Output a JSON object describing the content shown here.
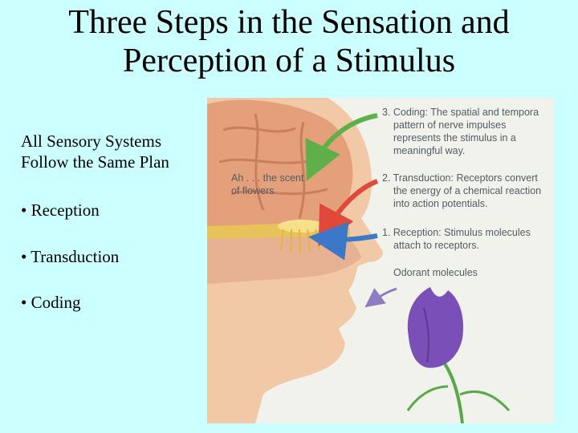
{
  "slide": {
    "title_line1": "Three Steps in the Sensation and",
    "title_line2": "Perception of a Stimulus",
    "intro_line1": "All Sensory Systems",
    "intro_line2": "Follow the Same Plan",
    "bullets": [
      "• Reception",
      "• Transduction",
      "• Coding"
    ]
  },
  "figure": {
    "coding": {
      "label": "3. Coding:",
      "lines": [
        "The spatial and tempora",
        "pattern of nerve impulses",
        "represents the stimulus in a",
        "meaningful way."
      ]
    },
    "transduction": {
      "label": "2. Transduction:",
      "lines": [
        "Receptors convert",
        "the energy of a chemical reaction",
        "into action potentials."
      ]
    },
    "reception": {
      "label": "1. Reception:",
      "lines": [
        "Stimulus molecules",
        "attach to receptors."
      ]
    },
    "odorant": "Odorant molecules",
    "ah": [
      "Ah . . . the scent",
      "of flowers"
    ],
    "colors": {
      "background": "#ccffff",
      "brain": "#e4a07a",
      "skin": "#f2c9a7",
      "nasal": "#e8c25a",
      "flower": "#7a4fb8",
      "arrow_green": "#5fb04a",
      "arrow_red": "#e0483a",
      "arrow_blue": "#3d78c8"
    }
  }
}
